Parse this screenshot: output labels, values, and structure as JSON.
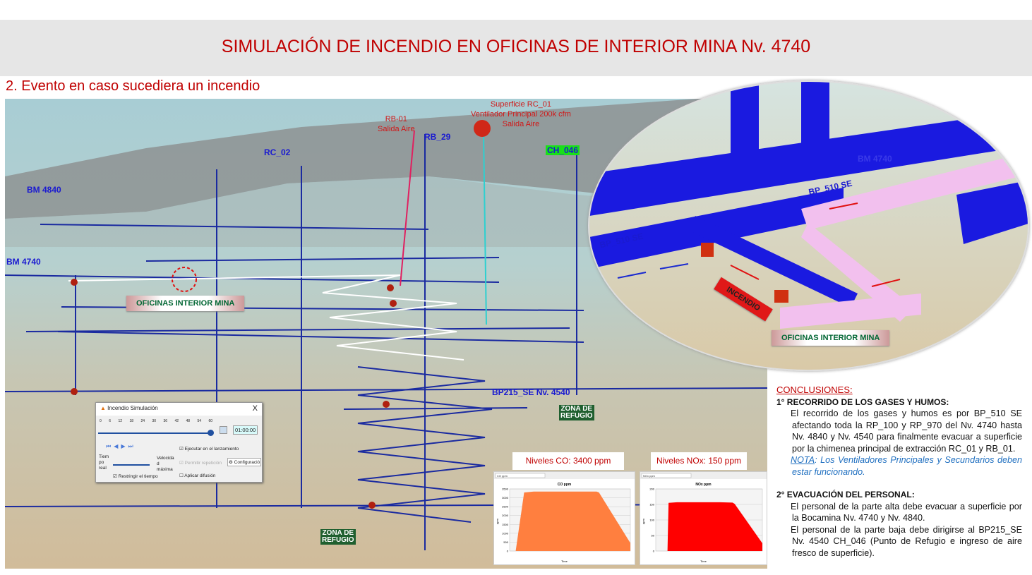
{
  "header": {
    "title": "SIMULACIÓN DE INCENDIO EN OFICINAS DE INTERIOR MINA Nv. 4740",
    "subtitle": "2.  Evento en caso sucediera un incendio"
  },
  "scene": {
    "labels": {
      "bm4840": "BM 4840",
      "bm4740": "BM 4740",
      "rc02": "RC_02",
      "rb29": "RB_29",
      "ch046": "CH_046",
      "bp215": "BP215_SE   Nv. 4540"
    },
    "rb01": [
      "RB-01",
      "Salida Aire"
    ],
    "rc01": [
      "Superficie RC_01",
      "Ventilador Principal 200k cfm",
      "Salida Aire"
    ],
    "oficinas": "OFICINAS INTERIOR MINA",
    "refugio1": [
      "ZONA DE",
      "REFUGIO"
    ],
    "refugio2": [
      "ZONA DE",
      "REFUGIO"
    ]
  },
  "detail": {
    "bp510_a": "BP_510 SE",
    "bp510_b": "BP_510 SE",
    "bm4740": "BM 4740",
    "incendio": "INCENDIO",
    "oficinas": "OFICINAS INTERIOR MINA"
  },
  "dialog": {
    "title": "Incendio Simulación",
    "close": "X",
    "ticks": [
      "0",
      "6",
      "12",
      "18",
      "24",
      "30",
      "36",
      "42",
      "48",
      "54",
      "60"
    ],
    "time": "01:00:00",
    "tiempo_real": "Tiem po real",
    "velocidad": "Velocida d máxima",
    "ejecutar": "Ejecutar en el lanzamiento",
    "permitir": "Permitir repetición",
    "configuracion": "Configuració",
    "restringir": "Restringir el tiempo",
    "aplicar": "Aplicar difusión"
  },
  "chart_data": [
    {
      "type": "area",
      "label": "Niveles CO: 3400 ppm",
      "select": "CO ppm",
      "title": "CO ppm",
      "xlabel": "Time",
      "ylabel": "ppm",
      "ylim": [
        0,
        3500
      ],
      "yticks": [
        "0",
        "500",
        "1000",
        "1500",
        "2000",
        "2500",
        "3000",
        "3500"
      ],
      "x": [
        0,
        0.05,
        0.12,
        0.2,
        0.4,
        0.6,
        0.72,
        0.74,
        1.0
      ],
      "values": [
        0,
        0,
        3300,
        3350,
        3350,
        3350,
        3350,
        3300,
        450
      ],
      "color": "#ff7f3f"
    },
    {
      "type": "area",
      "label": "Niveles NOx: 150 ppm",
      "select": "NOx ppm",
      "title": "NOx ppm",
      "xlabel": "Time",
      "ylabel": "ppm",
      "ylim": [
        0,
        200
      ],
      "yticks": [
        "0",
        "50",
        "100",
        "150",
        "200"
      ],
      "x": [
        0,
        0.11,
        0.12,
        0.2,
        0.4,
        0.6,
        0.72,
        0.74,
        1.0
      ],
      "values": [
        0,
        0,
        155,
        157,
        157,
        157,
        156,
        152,
        25
      ],
      "color": "#ff0000"
    }
  ],
  "conclusions": {
    "heading": "CONCLUSIONES:",
    "s1_title": "1° RECORRIDO DE LOS GASES Y HUMOS:",
    "s1_text": "El recorrido de los gases y humos es por BP_510 SE afectando toda la RP_100 y RP_970 del Nv. 4740 hasta Nv. 4840 y Nv. 4540 para finalmente evacuar a superficie por la chimenea principal de extracción RC_01 y RB_01.",
    "nota_label": "NOTA",
    "nota_text": ": Los Ventiladores Principales y Secundarios deben estar funcionando.",
    "s2_title": "2° EVACUACIÓN DEL PERSONAL:",
    "s2_text1": "El personal de la parte alta debe evacuar a superficie por la Bocamina Nv. 4740 y Nv. 4840.",
    "s2_text2": "El personal de la parte baja debe dirigirse al BP215_SE Nv. 4540 CH_046 (Punto de Refugio e ingreso de aire fresco de superficie)."
  }
}
